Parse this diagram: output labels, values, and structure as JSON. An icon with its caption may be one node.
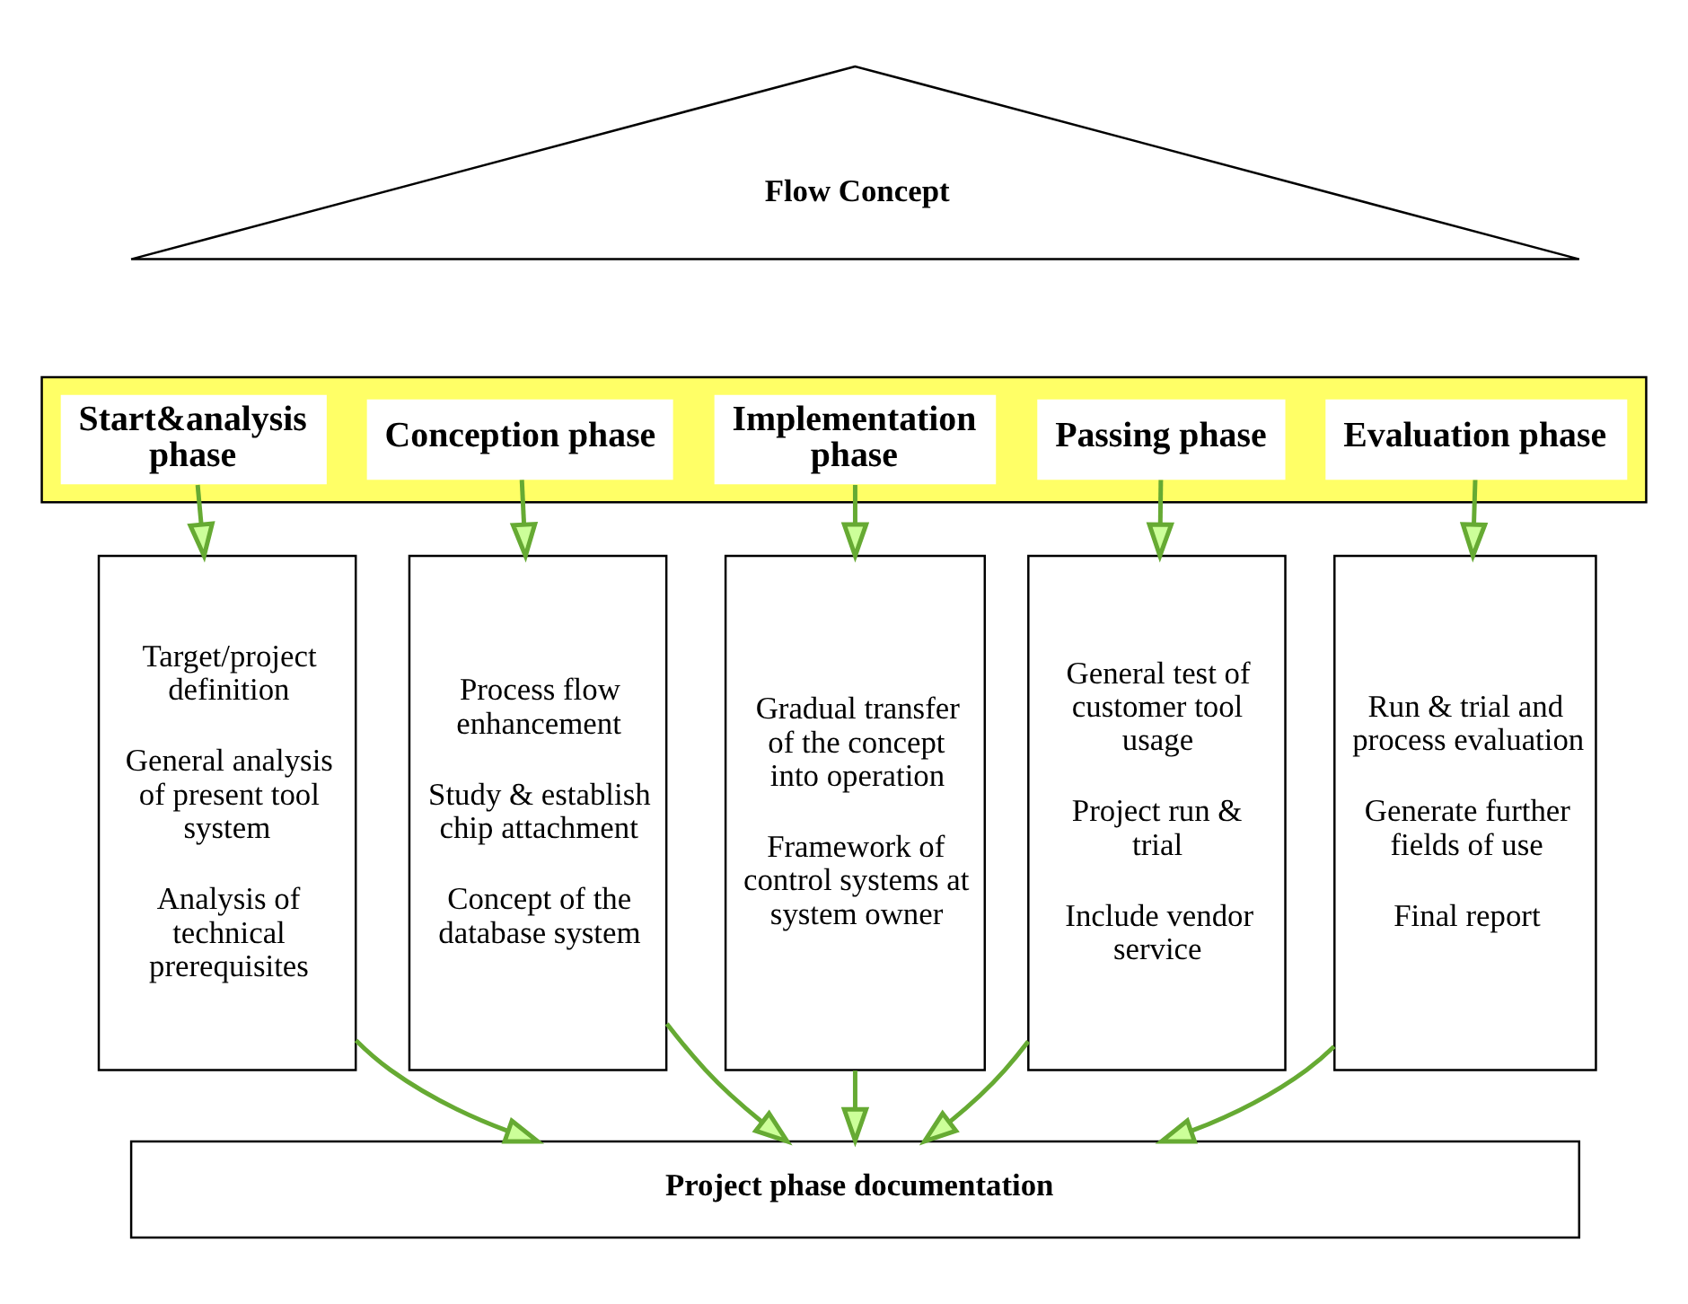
{
  "diagram": {
    "nodes": [
      {
        "text": [
          "Flow Concept"
        ]
      },
      {
        "text": [],
        "shape": "bar"
      },
      {
        "text": [
          "Start&analysis phase"
        ],
        "in": 1
      },
      {
        "text": [
          "Conception phase"
        ],
        "in": 1
      },
      {
        "text": [
          "Implementation phase"
        ],
        "in": 1
      },
      {
        "text": [
          "Passing phase"
        ],
        "in": 1
      },
      {
        "text": [
          "Evaluation phase"
        ],
        "in": 1
      },
      {
        "text": [
          "Target/project definition",
          "General analysis of present tool system",
          "Analysis of technical prerequisites"
        ]
      },
      {
        "text": [
          "Process flow enhancement",
          "Study & establish chip attachment",
          "Concept of the database system"
        ]
      },
      {
        "text": [
          "Gradual transfer of the concept into operation",
          "Framework of control systems at system owner"
        ]
      },
      {
        "text": [
          "General test of customer tool usage",
          "Project run & trial",
          "Include vendor service"
        ]
      },
      {
        "text": [
          "Run & trial and process evaluation",
          "Generate further fields of use",
          "Final report"
        ]
      },
      {
        "text": [
          "Project phase documentation"
        ]
      }
    ],
    "edges": [
      {
        "from": 2,
        "to": 7,
        "arrow": "to"
      },
      {
        "from": 3,
        "to": 8,
        "arrow": "to"
      },
      {
        "from": 4,
        "to": 9,
        "arrow": "to"
      },
      {
        "from": 5,
        "to": 10,
        "arrow": "to"
      },
      {
        "from": 6,
        "to": 11,
        "arrow": "to"
      },
      {
        "from": 7,
        "to": 12,
        "arrow": "to"
      },
      {
        "from": 8,
        "to": 12,
        "arrow": "to"
      },
      {
        "from": 9,
        "to": 12,
        "arrow": "to"
      },
      {
        "from": 10,
        "to": 12,
        "arrow": "to"
      },
      {
        "from": 11,
        "to": 12,
        "arrow": "to"
      }
    ]
  }
}
